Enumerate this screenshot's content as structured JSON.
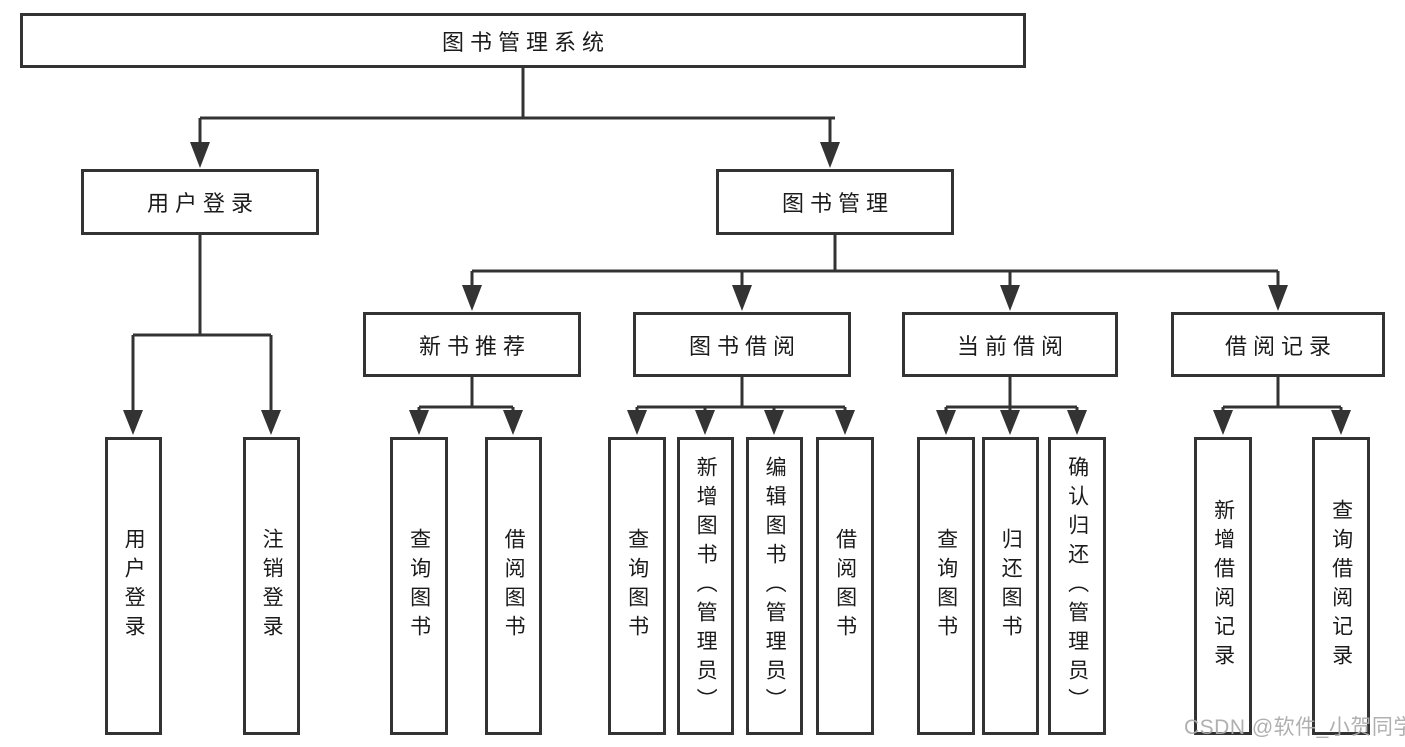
{
  "diagram": {
    "type": "hierarchy-tree",
    "line_color": "#333333",
    "root": {
      "label": "图书管理系统"
    },
    "branches": [
      {
        "label": "用户登录",
        "children": [
          {
            "label": "用户登录"
          },
          {
            "label": "注销登录"
          }
        ]
      },
      {
        "label": "图书管理",
        "children": [
          {
            "label": "新书推荐",
            "children": [
              {
                "label": "查询图书"
              },
              {
                "label": "借阅图书"
              }
            ]
          },
          {
            "label": "图书借阅",
            "children": [
              {
                "label": "查询图书"
              },
              {
                "label": "新增图书（管理员）"
              },
              {
                "label": "编辑图书（管理员）"
              },
              {
                "label": "借阅图书"
              }
            ]
          },
          {
            "label": "当前借阅",
            "children": [
              {
                "label": "查询图书"
              },
              {
                "label": "归还图书"
              },
              {
                "label": "确认归还（管理员）"
              }
            ]
          },
          {
            "label": "借阅记录",
            "children": [
              {
                "label": "新增借阅记录"
              },
              {
                "label": "查询借阅记录"
              }
            ]
          }
        ]
      }
    ]
  },
  "watermark": {
    "text": "CSDN @软件_小贺同学",
    "color": "#acacac"
  }
}
